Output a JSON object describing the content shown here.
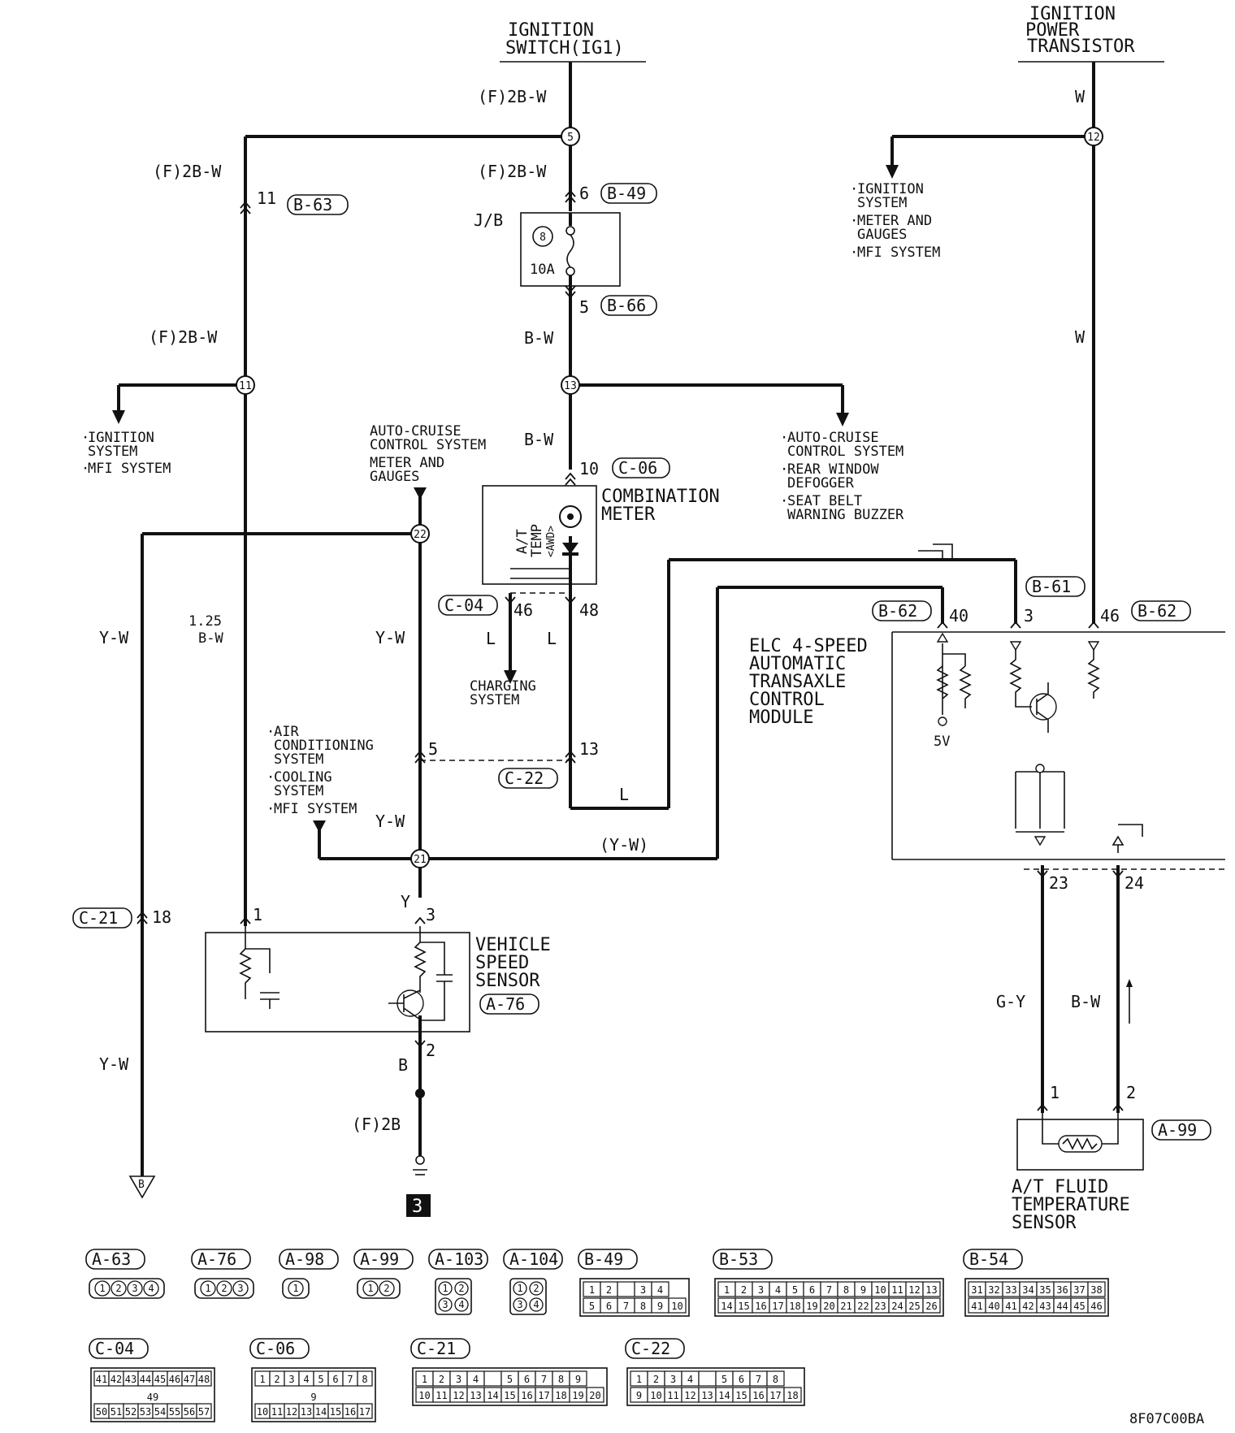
{
  "sources": {
    "ignition_switch": [
      "IGNITION",
      "SWITCH(IG1)"
    ],
    "power_transistor": [
      "IGNITION",
      "POWER",
      "TRANSISTOR"
    ]
  },
  "wires": {
    "f2bw": "(F)2B-W",
    "bw": "B-W",
    "w": "W",
    "yw": "Y-W",
    "yw_paren": "(Y-W)",
    "y": "Y",
    "l": "L",
    "b": "B",
    "f2b": "(F)2B",
    "b125": [
      "1.25",
      "B-W"
    ],
    "gy": "G-Y"
  },
  "nodes": [
    "5",
    "11",
    "12",
    "13",
    "21",
    "22"
  ],
  "pins": {
    "p6": "6",
    "p11": "11",
    "p5": "5",
    "p10": "10",
    "p46": "46",
    "p48": "48",
    "p13": "13",
    "p5b": "5",
    "p18": "18",
    "p1": "1",
    "p3": "3",
    "p2": "2",
    "p40": "40",
    "p3b": "3",
    "p46b": "46",
    "p23": "23",
    "p24": "24",
    "p1s": "1",
    "p2s": "2"
  },
  "connectors": {
    "b49": "B-49",
    "b63": "B-63",
    "b66": "B-66",
    "c06": "C-06",
    "c04": "C-04",
    "c22": "C-22",
    "c21": "C-21",
    "a76": "A-76",
    "b61": "B-61",
    "b62a": "B-62",
    "b62b": "B-62",
    "a99": "A-99"
  },
  "fuse": {
    "jb": "J/B",
    "number": "8",
    "rating": "10A"
  },
  "destinations": {
    "left_ign": [
      "IGNITION",
      "SYSTEM",
      "MFI SYSTEM"
    ],
    "right_ign": [
      "IGNITION",
      "SYSTEM",
      "METER AND",
      "GAUGES",
      "MFI SYSTEM"
    ],
    "cruise_meter": [
      "AUTO-CRUISE",
      "CONTROL SYSTEM",
      "METER AND",
      "GAUGES"
    ],
    "cruise_right": [
      "AUTO-CRUISE",
      "CONTROL SYSTEM",
      "REAR WINDOW",
      "DEFOGGER",
      "SEAT BELT",
      "WARNING BUZZER"
    ],
    "charging": [
      "CHARGING",
      "SYSTEM"
    ],
    "aircon": [
      "AIR",
      "CONDITIONING",
      "SYSTEM",
      "COOLING",
      "SYSTEM",
      "MFI SYSTEM"
    ]
  },
  "components": {
    "combination_meter": [
      "COMBINATION",
      "METER"
    ],
    "at_temp": [
      "A/T",
      "TEMP",
      "<AWD>"
    ],
    "elc_module": [
      "ELC 4-SPEED",
      "AUTOMATIC",
      "TRANSAXLE",
      "CONTROL",
      "MODULE"
    ],
    "vss": [
      "VEHICLE",
      "SPEED",
      "SENSOR"
    ],
    "fluid_sensor": [
      "A/T FLUID",
      "TEMPERATURE",
      "SENSOR"
    ],
    "five_v": "5V"
  },
  "ground": {
    "arrow_b": "B",
    "ground_num": "3"
  },
  "legend": {
    "a63": {
      "label": "A-63",
      "pins": [
        "1",
        "2",
        "3",
        "4"
      ]
    },
    "a76": {
      "label": "A-76",
      "pins": [
        "1",
        "2",
        "3"
      ]
    },
    "a98": {
      "label": "A-98",
      "pins": [
        "1"
      ]
    },
    "a99": {
      "label": "A-99",
      "pins": [
        "1",
        "2"
      ]
    },
    "a103": {
      "label": "A-103",
      "pins": [
        "1",
        "2",
        "3",
        "4"
      ]
    },
    "a104": {
      "label": "A-104",
      "pins": [
        "1",
        "2",
        "3",
        "4"
      ]
    },
    "b49": {
      "label": "B-49",
      "row1": [
        "1",
        "2",
        "",
        "3",
        "4"
      ],
      "row2": [
        "5",
        "6",
        "7",
        "8",
        "9",
        "10"
      ]
    },
    "b53": {
      "label": "B-53",
      "row1": [
        "1",
        "2",
        "3",
        "4",
        "5",
        "6",
        "7",
        "8",
        "9",
        "10",
        "11",
        "12",
        "13"
      ],
      "row2": [
        "14",
        "15",
        "16",
        "17",
        "18",
        "19",
        "20",
        "21",
        "22",
        "23",
        "24",
        "25",
        "26"
      ]
    },
    "b54": {
      "label": "B-54",
      "row1": [
        "31",
        "32",
        "33",
        "34",
        "35",
        "36",
        "37",
        "38"
      ],
      "row2": [
        "41",
        "40",
        "41",
        "42",
        "43",
        "44",
        "45",
        "46"
      ]
    },
    "c04": {
      "label": "C-04",
      "row1": [
        "41",
        "42",
        "43",
        "44",
        "45",
        "46",
        "47",
        "48"
      ],
      "mid": "49",
      "row2": [
        "50",
        "51",
        "52",
        "53",
        "54",
        "55",
        "56",
        "57"
      ]
    },
    "c06": {
      "label": "C-06",
      "row1": [
        "1",
        "2",
        "3",
        "4",
        "5",
        "6",
        "7",
        "8"
      ],
      "mid": "9",
      "row2": [
        "10",
        "11",
        "12",
        "13",
        "14",
        "15",
        "16",
        "17"
      ]
    },
    "c21": {
      "label": "C-21",
      "row1": [
        "1",
        "2",
        "3",
        "4",
        "",
        "5",
        "6",
        "7",
        "8",
        "9"
      ],
      "row2": [
        "10",
        "11",
        "12",
        "13",
        "14",
        "15",
        "16",
        "17",
        "18",
        "19",
        "20"
      ]
    },
    "c22": {
      "label": "C-22",
      "row1": [
        "1",
        "2",
        "3",
        "4",
        "",
        "5",
        "6",
        "7",
        "8"
      ],
      "row2": [
        "9",
        "10",
        "11",
        "12",
        "13",
        "14",
        "15",
        "16",
        "17",
        "18"
      ]
    }
  },
  "diagram_code": "8F07C00BA"
}
